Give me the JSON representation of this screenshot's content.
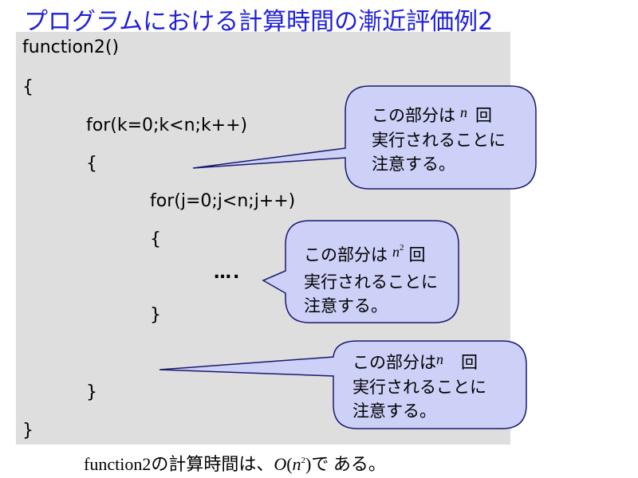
{
  "slide": {
    "title": "プログラムにおける計算時間の漸近評価例2"
  },
  "code": {
    "lines": [
      "function2()",
      "{",
      "for(k=0;k<n;k++)",
      "{",
      "for(j=0;j<n;j++)",
      "{",
      "….",
      "}",
      "}",
      "}"
    ]
  },
  "callouts": [
    {
      "prefix": "この部分は",
      "var": "n",
      "exp": "",
      "suffix": "回",
      "line2": "実行されることに",
      "line3": "注意する。"
    },
    {
      "prefix": "この部分は",
      "var": "n",
      "exp": "2",
      "suffix": "回",
      "line2": "実行されることに",
      "line3": "注意する。"
    },
    {
      "prefix": "この部分は",
      "var": "n",
      "exp": "",
      "suffix": "回",
      "line2": "実行されることに",
      "line3": "注意する。"
    }
  ],
  "footer": {
    "prefix": "function2の計算時間は、",
    "big_o": "O",
    "var": "n",
    "exp": "2",
    "suffix": "で ある。"
  },
  "colors": {
    "title": "#2020d8",
    "panel": "#dedede",
    "callout_fill": "#cdd0f7",
    "callout_stroke": "#1a1a70"
  }
}
